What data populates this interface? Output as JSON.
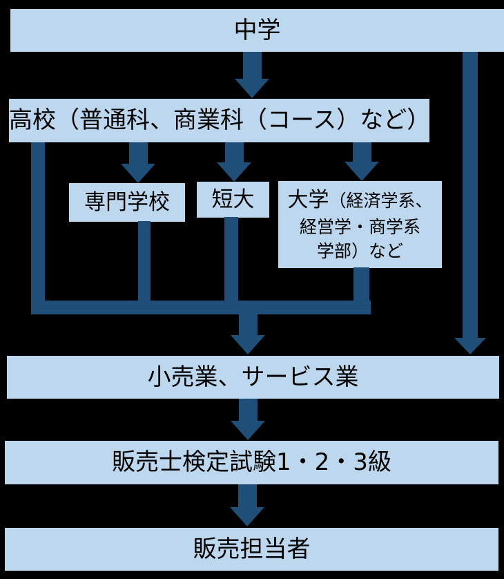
{
  "diagram": {
    "description": "Career path flowchart from middle school to sales staff (Japanese retail sales qualification)",
    "colors": {
      "background": "#000000",
      "box_fill": "#BDD7EE",
      "connector": "#1F4E79",
      "text": "#000000"
    },
    "nodes": {
      "chugaku": "中学",
      "koko": "高校（普通科、商業科（コース）など）",
      "senmon_gakko": "専門学校",
      "tandai": "短大",
      "daigaku": {
        "main": "大学",
        "detail_line1": "（経済学系、",
        "detail_line2": "経営学・商学系",
        "detail_line3": "学部）など"
      },
      "kourigyo": "小売業、サービス業",
      "hanbaishi_kentei": "販売士検定試験1・2・3級",
      "hanbai_tantosha": "販売担当者"
    }
  }
}
